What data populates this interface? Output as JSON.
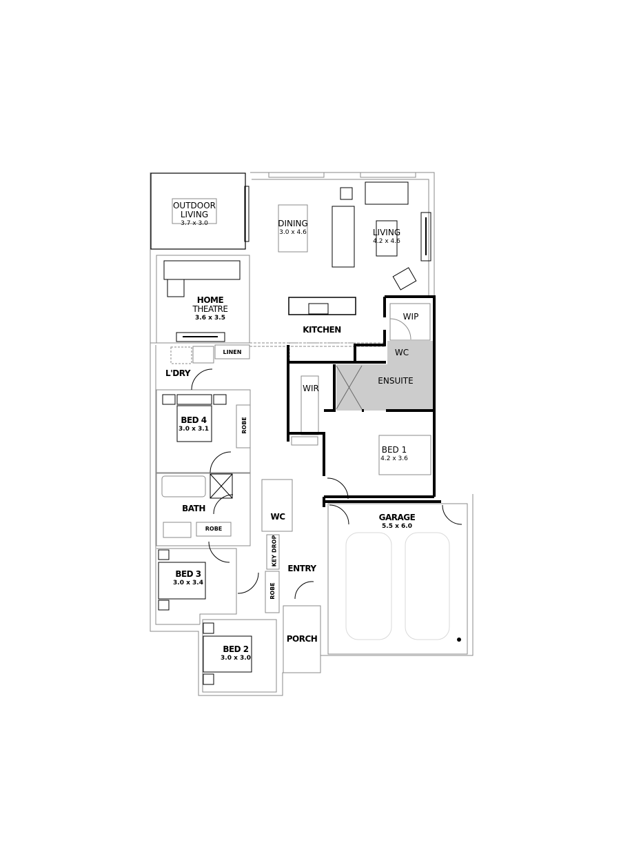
{
  "plan": {
    "rooms": [
      {
        "id": "outdoor-living",
        "name": "OUTDOOR\nLIVING",
        "name_l1": "OUTDOOR",
        "name_l2": "LIVING",
        "dims": "3.7 x 3.0"
      },
      {
        "id": "dining",
        "name": "DINING",
        "dims": "3.0 x 4.6"
      },
      {
        "id": "living",
        "name": "LIVING",
        "dims": "4.2 x 4.6"
      },
      {
        "id": "home-theatre",
        "name_l1": "HOME",
        "name_l2": "THEATRE",
        "dims": "3.6 x 3.5"
      },
      {
        "id": "kitchen",
        "name": "KITCHEN"
      },
      {
        "id": "wip",
        "name": "WIP"
      },
      {
        "id": "linen",
        "name": "LINEN"
      },
      {
        "id": "laundry",
        "name": "L'DRY"
      },
      {
        "id": "wc-ensuite",
        "name": "WC"
      },
      {
        "id": "ensuite",
        "name": "ENSUITE"
      },
      {
        "id": "wir",
        "name": "WIR"
      },
      {
        "id": "bed-4",
        "name": "BED 4",
        "dims": "3.0 x 3.1"
      },
      {
        "id": "robe-bed4",
        "name": "ROBE"
      },
      {
        "id": "bed-1",
        "name": "BED 1",
        "dims": "4.2 x 3.6"
      },
      {
        "id": "bath",
        "name": "BATH"
      },
      {
        "id": "robe-bath",
        "name": "ROBE"
      },
      {
        "id": "wc-main",
        "name": "WC"
      },
      {
        "id": "garage",
        "name": "GARAGE",
        "dims": "5.5 x 6.0"
      },
      {
        "id": "key-drop",
        "name": "KEY DROP"
      },
      {
        "id": "entry",
        "name": "ENTRY"
      },
      {
        "id": "bed-3",
        "name": "BED 3",
        "dims": "3.0 x 3.4"
      },
      {
        "id": "robe-entry",
        "name": "ROBE"
      },
      {
        "id": "porch",
        "name": "PORCH"
      },
      {
        "id": "bed-2",
        "name": "BED 2",
        "dims": "3.0 x 3.0"
      }
    ],
    "colors": {
      "wall": "#000000",
      "thin_line": "#8a8a8a",
      "wet_area_fill": "#cccccc",
      "car_outline": "#d9d9d9"
    }
  }
}
